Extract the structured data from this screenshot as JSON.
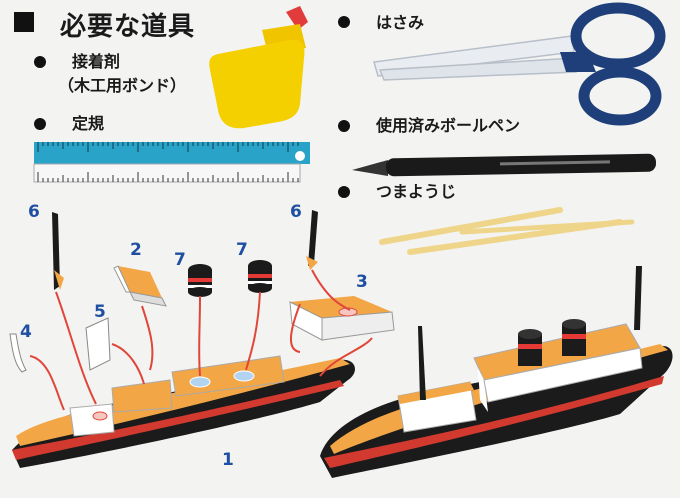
{
  "title": "必要な道具",
  "items": {
    "glue": {
      "line1": "接着剤",
      "line2": "（木工用ボンド）"
    },
    "scissors": "はさみ",
    "ruler": "定規",
    "pen": "使用済みボールペン",
    "toothpick": "つまようじ"
  },
  "part_numbers": {
    "p6a": "6",
    "p2": "2",
    "p7a": "7",
    "p7b": "7",
    "p6b": "6",
    "p3": "3",
    "p4": "4",
    "p5": "5",
    "p1": "1"
  },
  "colors": {
    "deck": "#f3a646",
    "hull_black": "#1b1b1b",
    "hull_red": "#d23a30",
    "glue_yellow": "#f5d000",
    "glue_cap": "#e23b3b",
    "ruler_blue": "#2aa3c8",
    "scissors_blue": "#1f3f7a",
    "arrow": "#e0463a",
    "part_number": "#1e4fa0"
  }
}
